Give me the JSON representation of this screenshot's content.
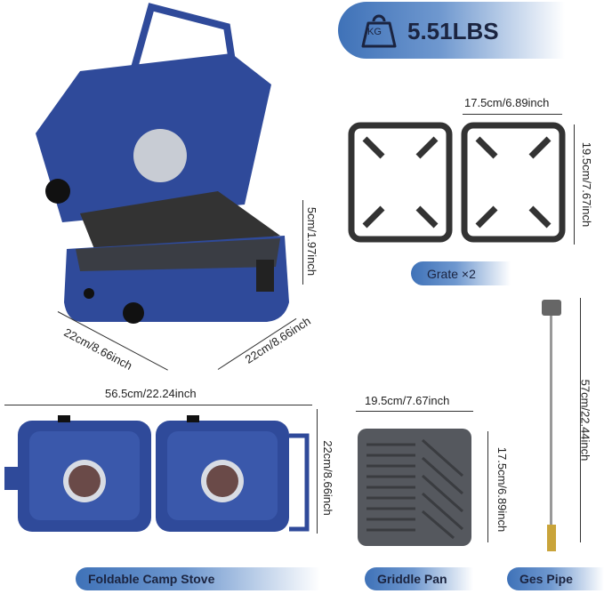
{
  "weight": {
    "icon": "kg-weight-icon",
    "icon_text": "KG",
    "value": "5.51LBS"
  },
  "grate": {
    "width": "17.5cm/6.89inch",
    "height": "19.5cm/7.67inch",
    "label": "Grate ×2"
  },
  "stove_closed": {
    "height": "5cm/1.97inch",
    "depth": "22cm/8.66inch",
    "width": "22cm/8.66inch"
  },
  "stove_open": {
    "width": "56.5cm/22.24inch",
    "height": "22cm/8.66inch",
    "label": "Foldable Camp Stove"
  },
  "griddle": {
    "width": "19.5cm/7.67inch",
    "height": "17.5cm/6.89inch",
    "label": "Griddle Pan"
  },
  "pipe": {
    "length": "57cm/22.44inch",
    "label": "Ges Pipe"
  },
  "colors": {
    "stove_blue": "#2f4a9a",
    "accent": "#3f72b8"
  }
}
